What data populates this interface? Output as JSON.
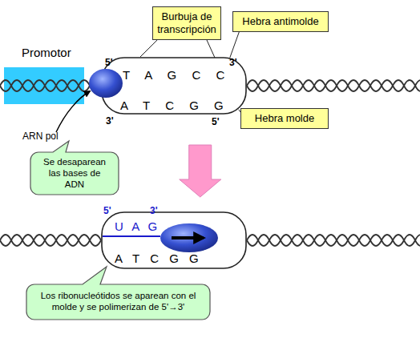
{
  "diagram": {
    "nodes": [
      {
        "text": [
          "Burbuja de transcripción"
        ]
      },
      {
        "text": [
          "Hebra antimolde"
        ]
      },
      {
        "text": [
          "Promotor"
        ]
      },
      {
        "text": [
          "5'",
          "T A G C C",
          "3'",
          "3'",
          "A T C G G",
          "5'"
        ]
      },
      {
        "text": [
          "Hebra molde"
        ]
      },
      {
        "text": [
          "Se desaparean las bases de ADN"
        ]
      },
      {
        "text": [
          "5'",
          "U A G",
          "3'",
          "A T C G G"
        ]
      },
      {
        "text": [
          "Los ribonucleótidos se aparean con el molde y se polimerizan de 5'→3'"
        ]
      }
    ],
    "edges": [
      {
        "from": 0,
        "to": 3,
        "arrow": "none"
      },
      {
        "from": 1,
        "to": 3,
        "arrow": "none"
      },
      {
        "from": 4,
        "to": 3,
        "arrow": "none"
      },
      {
        "from": 3,
        "to": 6,
        "arrow": "to"
      }
    ],
    "labels": [
      "ARN pol"
    ]
  }
}
